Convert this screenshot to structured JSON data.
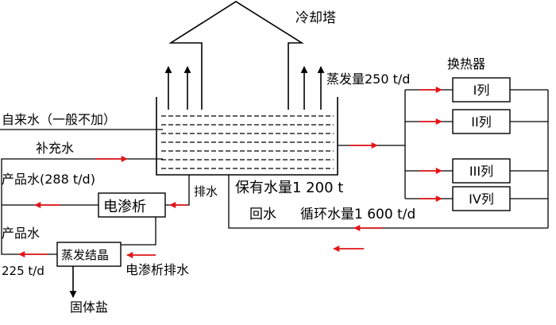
{
  "labels": {
    "cooling_tower": "冷却塔",
    "tap_water": "自来水（一般不加）",
    "makeup_water": "补充水",
    "product_water_1": "产品水(288 t/d)",
    "electrodialysis": "电渗析",
    "drain": "排水",
    "water_holding": "保有水量1 200 t",
    "return_water": "回水",
    "circulation": "循环水量1 600 t/d",
    "product_water_2": "产品水",
    "flow_225": "225 t/d",
    "evaporative_crystallization": "蒸发结晶",
    "ed_drain": "电渗析排水",
    "solid_salt": "固体盐",
    "evaporation": "蒸发量250 t/d",
    "heat_exchanger": "换热器",
    "column_1": "I列",
    "column_2": "II列",
    "column_3": "III列",
    "column_4": "IV列"
  },
  "colors": {
    "arrow": "#e0161a",
    "line": "#000000"
  }
}
